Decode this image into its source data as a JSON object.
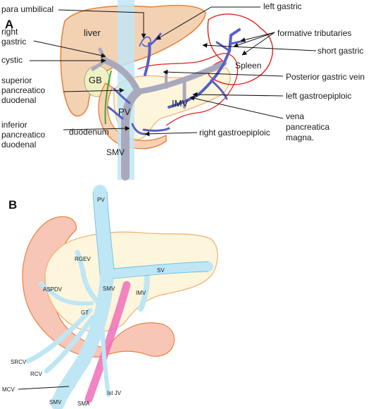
{
  "panels": {
    "a": "A",
    "b": "B"
  },
  "panel_a": {
    "organs": {
      "liver": "liver",
      "gb": "GB",
      "pv": "PV",
      "imv": "IMV",
      "smv": "SMV",
      "duodenum": "duodenum",
      "spleen": "Spleen"
    },
    "left_labels": [
      {
        "id": "para-umbilical",
        "lines": [
          "para umbilical"
        ]
      },
      {
        "id": "right-gastric",
        "lines": [
          "right",
          "gastric"
        ]
      },
      {
        "id": "cystic",
        "lines": [
          "cystic"
        ]
      },
      {
        "id": "superior-pd",
        "lines": [
          "superior",
          "pancreatico",
          "duodenal"
        ]
      },
      {
        "id": "inferior-pd",
        "lines": [
          "inferior",
          "pancreatico",
          "duodenal"
        ]
      }
    ],
    "right_labels": [
      {
        "id": "left-gastric",
        "lines": [
          "left gastric"
        ]
      },
      {
        "id": "formative-tributaries",
        "lines": [
          "formative tributaries"
        ]
      },
      {
        "id": "short-gastric",
        "lines": [
          "short gastric"
        ]
      },
      {
        "id": "posterior-gastric-vein",
        "lines": [
          "Posterior gastric vein"
        ]
      },
      {
        "id": "left-gastroepiploic",
        "lines": [
          "left gastroepiploic"
        ]
      },
      {
        "id": "vena-pancreatica-magna",
        "lines": [
          "vena",
          "pancreatica",
          "magna."
        ]
      },
      {
        "id": "right-gastroepiploic",
        "lines": [
          "right gastroepiploic"
        ]
      }
    ]
  },
  "panel_b": {
    "labels": {
      "pv": "PV",
      "sv": "SV",
      "smv": "SMV",
      "imv": "IMV",
      "rgev": "RGEV",
      "aspdv": "ASPDV",
      "gt": "GT",
      "srcv": "SRCV",
      "rcv": "RCV",
      "mcv": "MCV",
      "smv_bottom": "SMV",
      "sma": "SMA",
      "ist_jv": "Ist JV"
    }
  },
  "colors": {
    "liver_fill": "#f3d2b4",
    "liver_stroke": "#e8843c",
    "vein_blue": "#5560c8",
    "vein_gray": "#a9a9bd",
    "light_blue": "#bfe6f5",
    "pancreas_fill": "#fdf6dc",
    "pancreas_stroke": "#f0b37a",
    "intestine_fill": "#f8c6b7",
    "spleen_stroke": "#e0241c",
    "sma_pink": "#ee6fb8",
    "green_duct": "#3aaa35"
  }
}
